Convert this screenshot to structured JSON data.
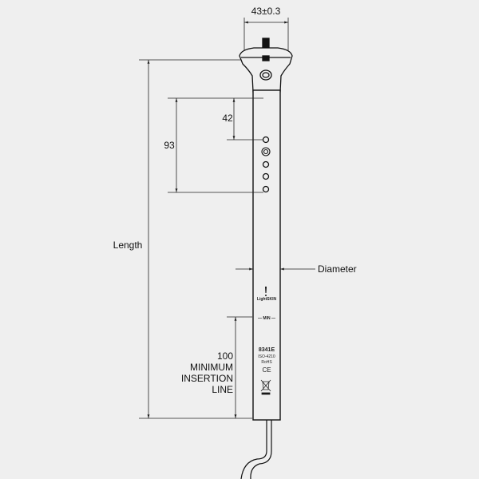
{
  "dimensions": {
    "clamp_width": "43±0.3",
    "length": "Length",
    "hole_span": "93",
    "hole_offset": "42",
    "diameter": "Diameter",
    "min_insertion": [
      "100",
      "MINIMUM",
      "INSERTION",
      "LINE"
    ]
  },
  "post_markings": {
    "brand": "LightSKIN",
    "min": "— MIN —",
    "model": "8341E",
    "standard": "ISO-4210",
    "rohs": "RoHS",
    "ce": "CE"
  }
}
